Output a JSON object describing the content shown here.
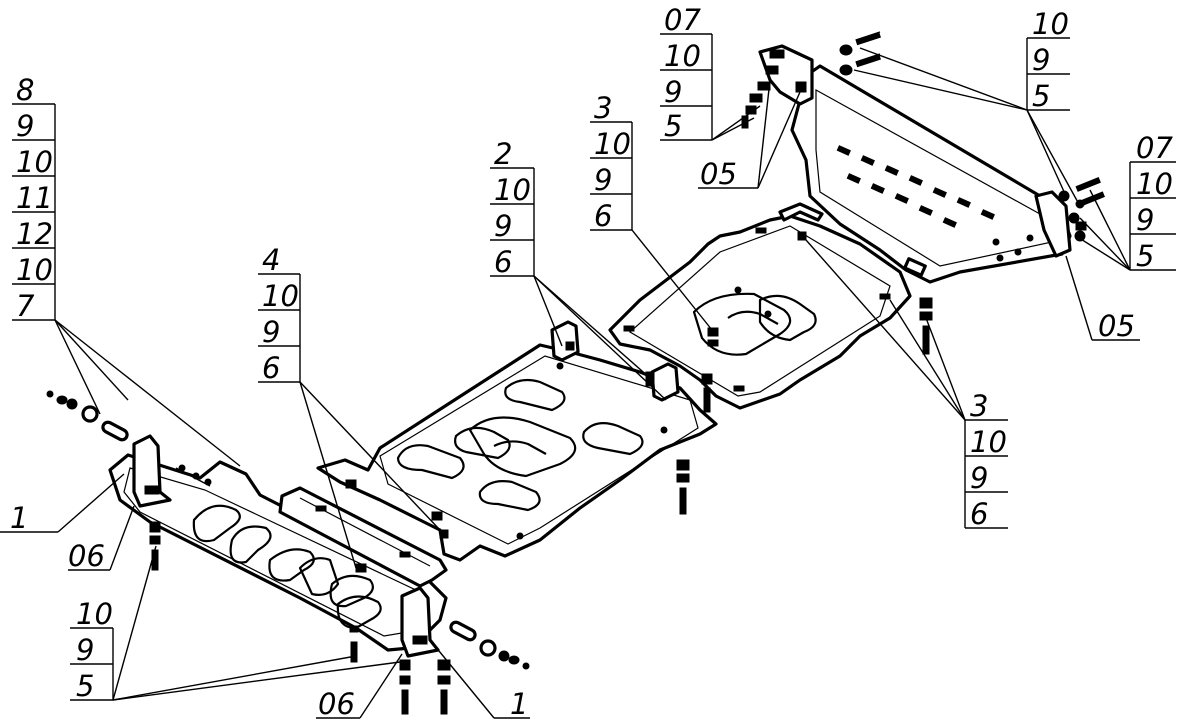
{
  "callouts": [
    {
      "id": "c1",
      "items": [
        "8",
        "9",
        "10",
        "11",
        "12",
        "10",
        "7"
      ]
    },
    {
      "id": "c2",
      "items": [
        "4",
        "10",
        "9",
        "6"
      ]
    },
    {
      "id": "c3",
      "items": [
        "2",
        "10",
        "9",
        "6"
      ]
    },
    {
      "id": "c4",
      "items": [
        "3",
        "10",
        "9",
        "6"
      ]
    },
    {
      "id": "c5",
      "items": [
        "07",
        "10",
        "9",
        "5"
      ]
    },
    {
      "id": "c6",
      "items": [
        "10",
        "9",
        "5"
      ]
    },
    {
      "id": "c7",
      "items": [
        "07",
        "10",
        "9",
        "5"
      ]
    },
    {
      "id": "c8",
      "items": [
        "3",
        "10",
        "9",
        "6"
      ]
    },
    {
      "id": "c9",
      "items": [
        "10",
        "9",
        "5"
      ]
    }
  ],
  "single_labels": {
    "one_left": "1",
    "o6_left": "06",
    "o6_bottom": "06",
    "one_bottom": "1",
    "o5_top": "05",
    "o5_right": "05"
  }
}
